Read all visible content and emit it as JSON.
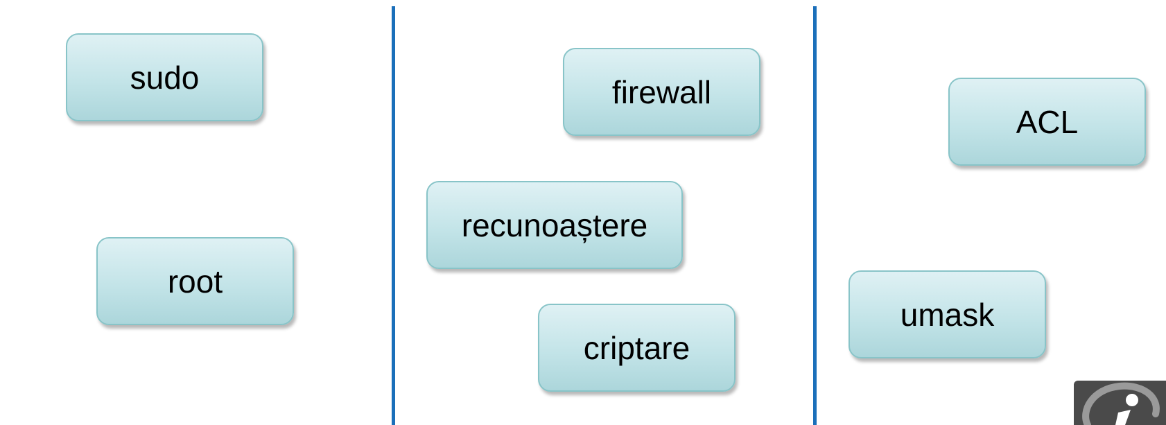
{
  "diagram": {
    "columns": [
      {
        "terms": [
          "sudo",
          "root"
        ]
      },
      {
        "terms": [
          "firewall",
          "recunoaștere",
          "criptare"
        ]
      },
      {
        "terms": [
          "ACL",
          "umask"
        ]
      }
    ]
  },
  "logo": {
    "icon": "info-icon"
  },
  "colors": {
    "divider": "#1b6fba",
    "box_top": "#dff1f4",
    "box_bottom": "#acd6db",
    "box_border": "#88c4c8",
    "logo_bg": "#4a4a4a"
  }
}
